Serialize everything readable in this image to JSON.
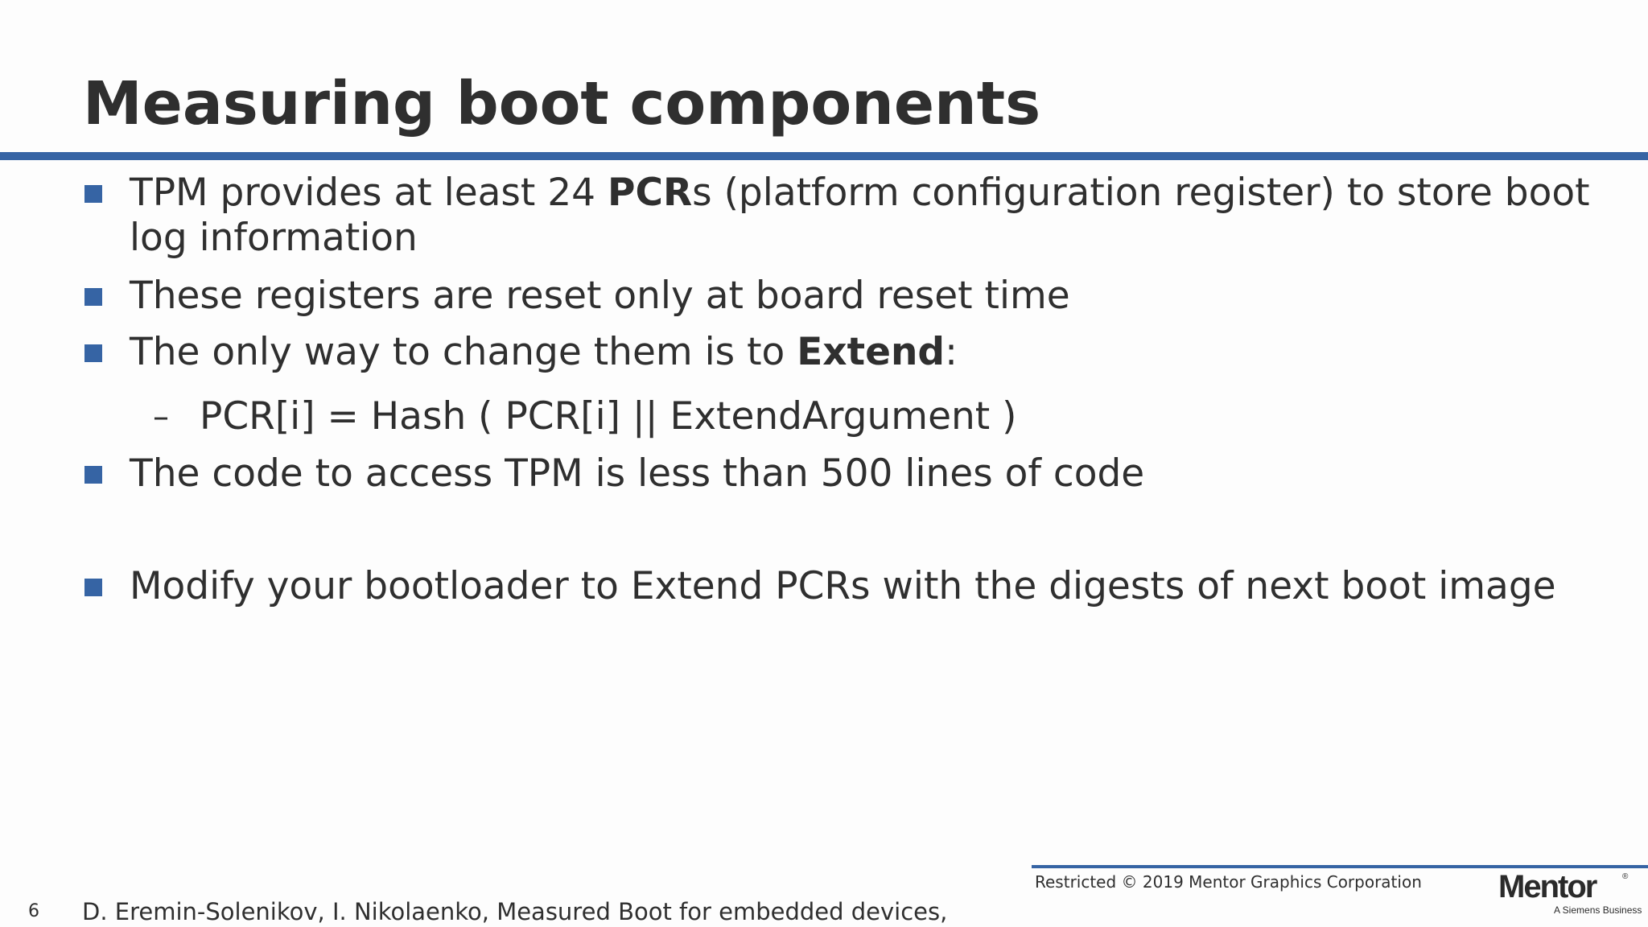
{
  "slide": {
    "title": "Measuring boot components",
    "bullets": [
      {
        "before": "TPM provides at least 24 ",
        "bold": "PCR",
        "after": "s (platform configuration register) to store boot log information"
      },
      {
        "text": "These registers are reset only at board reset time"
      },
      {
        "before": "The only way to change them is to ",
        "bold": "Extend",
        "after": ":"
      },
      {
        "text": "The code to access TPM is less than 500 lines of code"
      },
      {
        "text": "Modify your bootloader to Extend PCRs with the digests of next boot image"
      }
    ],
    "sub_bullet": {
      "dash": "–",
      "text": "PCR[i] = Hash ( PCR[i] || ExtendArgument )"
    }
  },
  "footer": {
    "page_number": "6",
    "citation": "D. Eremin-Solenikov, I. Nikolaenko, Measured Boot for embedded devices,",
    "copyright": "Restricted © 2019 Mentor Graphics Corporation",
    "logo_text": "Mentor",
    "logo_reg": "®",
    "logo_sub": "A Siemens Business"
  },
  "colors": {
    "accent": "#3664a4",
    "text": "#2f2f2f",
    "background": "#fdfdfd"
  }
}
